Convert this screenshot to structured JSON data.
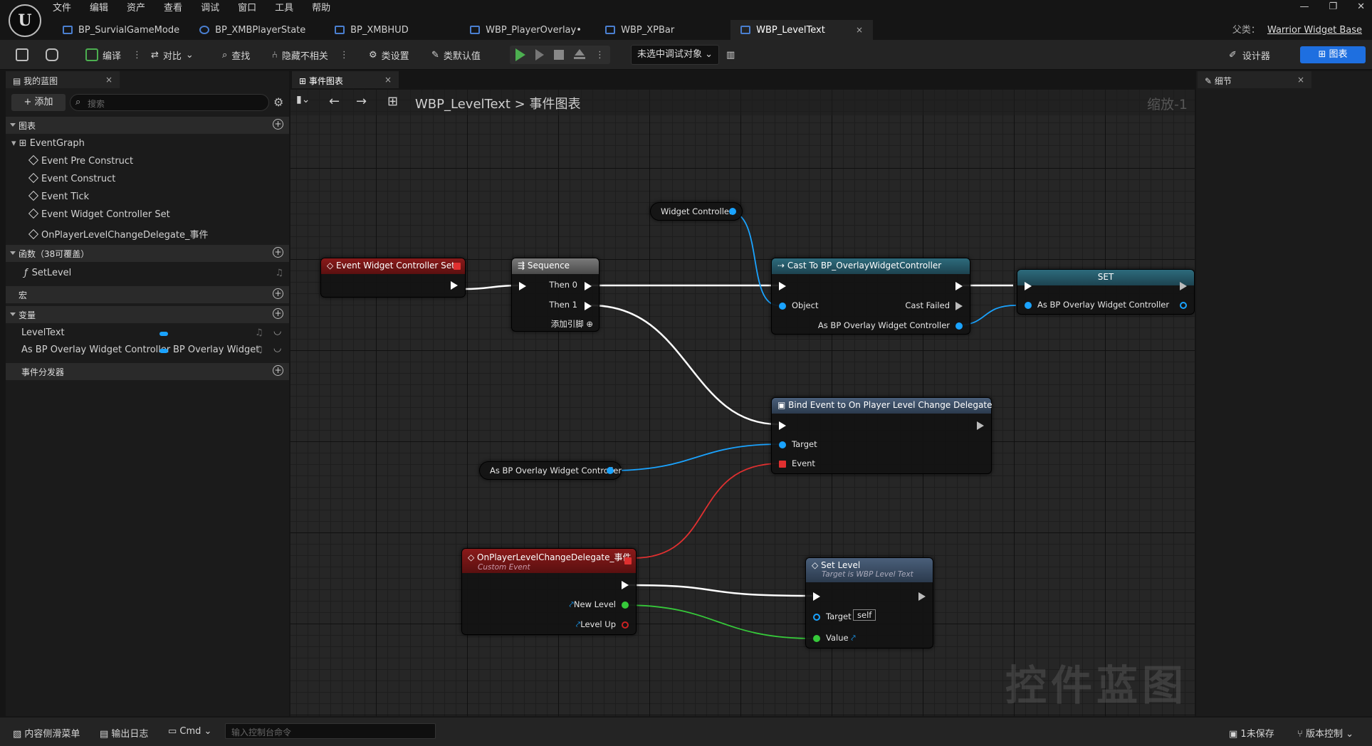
{
  "menu": [
    "文件",
    "编辑",
    "资产",
    "查看",
    "调试",
    "窗口",
    "工具",
    "帮助"
  ],
  "tabs": [
    "BP_SurvialGameMode",
    "BP_XMBPlayerState",
    "BP_XMBHUD",
    "WBP_PlayerOverlay•",
    "WBP_XPBar",
    "WBP_LevelText"
  ],
  "tab_close": "×",
  "window": {
    "min": "—",
    "restore": "❐",
    "close": "✕"
  },
  "parent_class": {
    "label": "父类：",
    "value": "Warrior Widget Base"
  },
  "toolbar": {
    "compile": "编译",
    "diff": "对比",
    "find": "查找",
    "hide_unrelated": "隐藏不相关",
    "class_settings": "类设置",
    "class_defaults": "类默认值",
    "debug_object": "未选中调试对象",
    "designer": "设计器",
    "graph": "图表"
  },
  "left_panel": {
    "tab": "我的蓝图",
    "add": "+ 添加",
    "search_placeholder": "搜索",
    "graphs_header": "图表",
    "eventgraph": "EventGraph",
    "events": [
      "Event Pre Construct",
      "Event Construct",
      "Event Tick",
      "Event Widget Controller Set",
      "OnPlayerLevelChangeDelegate_事件"
    ],
    "functions_header": "函数（38可覆盖）",
    "function_setlevel": "SetLevel",
    "macros_header": "宏",
    "variables_header": "变量",
    "var_leveltext": "LevelText",
    "var_asbp": "As BP Overlay Widget Controller",
    "var_asbp_type": "BP Overlay Widget",
    "dispatchers_header": "事件分发器"
  },
  "graph": {
    "tab": "事件图表",
    "crumb_root": "WBP_LevelText",
    "crumb_sep": ">",
    "crumb_leaf": "事件图表",
    "zoom": "缩放-1",
    "watermark": "控件蓝图",
    "nodes": {
      "event_wcs": "Event Widget Controller Set",
      "sequence": "Sequence",
      "then0": "Then 0",
      "then1": "Then 1",
      "add_pin": "添加引脚",
      "get_wc": "Widget Controller",
      "cast_title": "Cast To BP_OverlayWidgetController",
      "cast_object": "Object",
      "cast_failed": "Cast Failed",
      "cast_as": "As BP Overlay Widget Controller",
      "set_title": "SET",
      "set_pin": "As BP Overlay Widget Controller",
      "bind_title": "Bind Event to On Player Level Change Delegate",
      "bind_target": "Target",
      "bind_event": "Event",
      "get_asbp": "As BP Overlay Widget Controller",
      "custom_title": "OnPlayerLevelChangeDelegate_事件",
      "custom_sub": "Custom Event",
      "new_level": "New Level",
      "level_up": "Level Up",
      "setlevel_title": "Set Level",
      "setlevel_sub": "Target is WBP Level Text",
      "setlevel_target": "Target",
      "setlevel_self": "self",
      "setlevel_value": "Value"
    }
  },
  "right_panel": {
    "tab": "细节"
  },
  "bottom": {
    "content_drawer": "内容侧滑菜单",
    "output_log": "输出日志",
    "cmd": "Cmd",
    "console_placeholder": "输入控制台命令",
    "unsaved": "1未保存",
    "source_control": "版本控制"
  },
  "colors": {
    "accent": "#1e6fe0",
    "exec": "#ffffff",
    "object_pin": "#1aa3ff",
    "int_pin": "#36c93a",
    "delegate_pin": "#e03030"
  }
}
